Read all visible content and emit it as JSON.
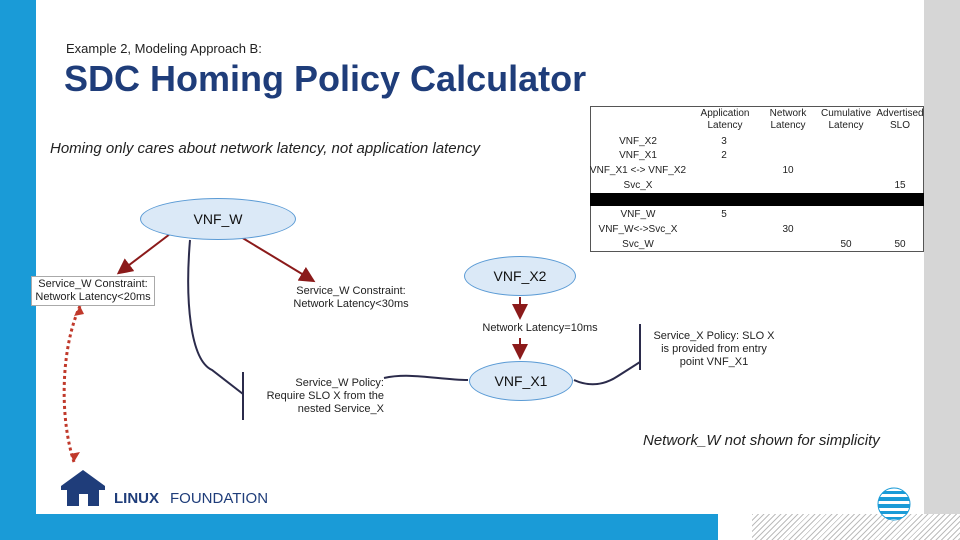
{
  "header": {
    "subtitle": "Example 2, Modeling Approach B:",
    "title": "SDC Homing Policy Calculator"
  },
  "note": "Homing only cares about network latency, not application latency",
  "footnote": "Network_W not shown for simplicity",
  "nodes": {
    "vnf_w": "VNF_W",
    "vnf_x2": "VNF_X2",
    "vnf_x1": "VNF_X1"
  },
  "labels": {
    "service_w_constraint_20": "Service_W Constraint: Network Latency<20ms",
    "service_w_constraint_30": "Service_W Constraint: Network Latency<30ms",
    "network_latency_10": "Network Latency=10ms",
    "service_w_policy": "Service_W Policy: Require SLO X from the nested Service_X",
    "service_x_policy": "Service_X Policy: SLO X is provided from entry point VNF_X1"
  },
  "table": {
    "headers": [
      "Application Latency",
      "Network Latency",
      "Cumulative Latency",
      "Advertised SLO"
    ],
    "rows": [
      {
        "label": "VNF_X2",
        "values": [
          "3",
          "",
          "",
          ""
        ]
      },
      {
        "label": "VNF_X1",
        "values": [
          "2",
          "",
          "",
          ""
        ]
      },
      {
        "label": "VNF_X1 <-> VNF_X2",
        "values": [
          "",
          "10",
          "",
          ""
        ]
      },
      {
        "label": "Svc_X",
        "values": [
          "",
          "",
          "",
          "15"
        ]
      },
      {
        "label": "VNF_W",
        "values": [
          "5",
          "",
          "",
          ""
        ]
      },
      {
        "label": "VNF_W<->Svc_X",
        "values": [
          "",
          "30",
          "",
          ""
        ]
      },
      {
        "label": "Svc_W",
        "values": [
          "",
          "",
          "50",
          "50"
        ]
      }
    ]
  },
  "logo": {
    "linux": "LINUX",
    "foundation": "FOUNDATION"
  },
  "colors": {
    "accent_blue": "#1a9bd7",
    "title_blue": "#1f3d7a",
    "arrow_red": "#8b1a1a",
    "node_fill": "#dbe9f7"
  }
}
